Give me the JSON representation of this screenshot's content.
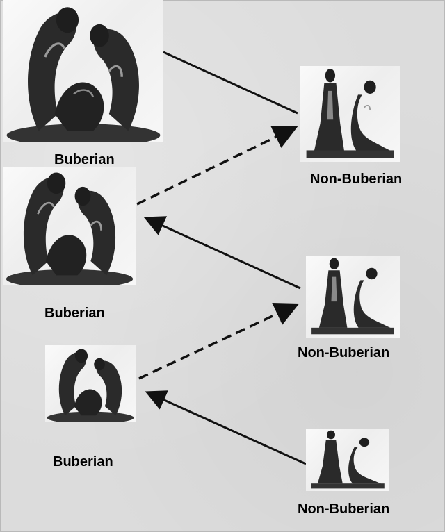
{
  "nodes": [
    {
      "id": "b1",
      "label": "Buberian"
    },
    {
      "id": "b2",
      "label": "Buberian"
    },
    {
      "id": "b3",
      "label": "Buberian"
    },
    {
      "id": "n1",
      "label": "Non-Buberian"
    },
    {
      "id": "n2",
      "label": "Non-Buberian"
    },
    {
      "id": "n3",
      "label": "Non-Buberian"
    }
  ],
  "edges": [
    {
      "from": "b1",
      "to": "n1",
      "style": "solid",
      "arrowhead": true
    },
    {
      "from": "b2",
      "to": "n1",
      "style": "dashed",
      "arrowhead": true
    },
    {
      "from": "n2",
      "to": "b2",
      "style": "solid",
      "arrowhead": true
    },
    {
      "from": "b3",
      "to": "n2",
      "style": "dashed",
      "arrowhead": true
    },
    {
      "from": "n3",
      "to": "b3",
      "style": "solid",
      "arrowhead": true
    }
  ],
  "colors": {
    "arrow": "#111111",
    "sculpture": "#2a2a2a",
    "highlight": "#9a9a9a"
  },
  "icons": {
    "buberian": "embracing-sculpture-icon",
    "non_buberian": "separated-sculpture-icon"
  }
}
